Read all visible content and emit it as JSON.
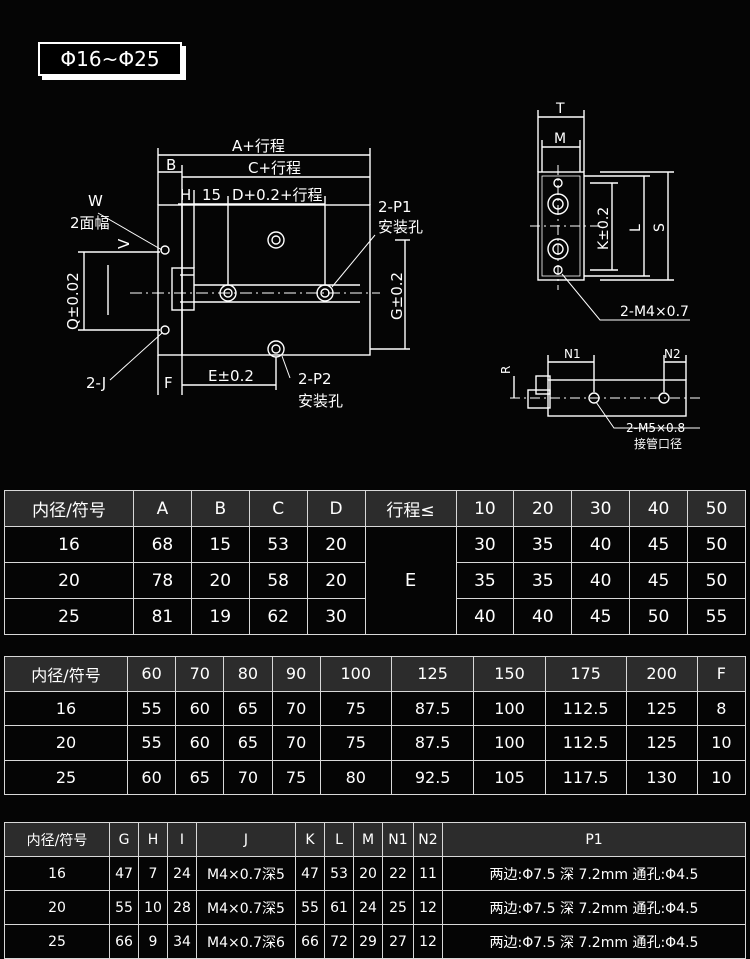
{
  "title": "Φ16~Φ25",
  "drawing": {
    "front": {
      "A": "A+行程",
      "B": "B",
      "C": "C+行程",
      "H": "H",
      "n15": "15",
      "D": "D+0.2+行程",
      "W": "W",
      "width2": "2面幅",
      "V": "V",
      "P1": "2-P1",
      "P1sub": "安装孔",
      "Q": "Q±0.02",
      "G": "G±0.2",
      "J": "2-J",
      "F": "F",
      "E": "E±0.2",
      "P2": "2-P2",
      "P2sub": "安装孔"
    },
    "side": {
      "T": "T",
      "M": "M",
      "K": "K±0.2",
      "L": "L",
      "S": "S",
      "M4": "2-M4×0.7"
    },
    "small": {
      "R": "R",
      "N1": "N1",
      "N2": "N2",
      "M5": "2-M5×0.8",
      "port": "接管口径"
    }
  },
  "table1": {
    "head": [
      "内径/符号",
      "A",
      "B",
      "C",
      "D",
      "行程≤",
      "10",
      "20",
      "30",
      "40",
      "50"
    ],
    "e_label": "E",
    "rows": [
      {
        "d": "16",
        "A": "68",
        "B": "15",
        "C": "53",
        "D": "20",
        "e": [
          "30",
          "35",
          "40",
          "45",
          "50"
        ]
      },
      {
        "d": "20",
        "A": "78",
        "B": "20",
        "C": "58",
        "D": "20",
        "e": [
          "35",
          "35",
          "40",
          "45",
          "50"
        ]
      },
      {
        "d": "25",
        "A": "81",
        "B": "19",
        "C": "62",
        "D": "30",
        "e": [
          "40",
          "40",
          "45",
          "50",
          "55"
        ]
      }
    ]
  },
  "table2": {
    "head": [
      "内径/符号",
      "60",
      "70",
      "80",
      "90",
      "100",
      "125",
      "150",
      "175",
      "200",
      "F"
    ],
    "rows": [
      [
        "16",
        "55",
        "60",
        "65",
        "70",
        "75",
        "87.5",
        "100",
        "112.5",
        "125",
        "8"
      ],
      [
        "20",
        "55",
        "60",
        "65",
        "70",
        "75",
        "87.5",
        "100",
        "112.5",
        "125",
        "10"
      ],
      [
        "25",
        "60",
        "65",
        "70",
        "75",
        "80",
        "92.5",
        "105",
        "117.5",
        "130",
        "10"
      ]
    ]
  },
  "table3": {
    "head": [
      "内径/符号",
      "G",
      "H",
      "I",
      "J",
      "K",
      "L",
      "M",
      "N1",
      "N2",
      "P1"
    ],
    "rows": [
      [
        "16",
        "47",
        "7",
        "24",
        "M4×0.7深5",
        "47",
        "53",
        "20",
        "22",
        "11",
        "两边:Φ7.5 深 7.2mm 通孔:Φ4.5"
      ],
      [
        "20",
        "55",
        "10",
        "28",
        "M4×0.7深5",
        "55",
        "61",
        "24",
        "25",
        "12",
        "两边:Φ7.5 深 7.2mm 通孔:Φ4.5"
      ],
      [
        "25",
        "66",
        "9",
        "34",
        "M4×0.7深6",
        "66",
        "72",
        "29",
        "27",
        "12",
        "两边:Φ7.5 深 7.2mm 通孔:Φ4.5"
      ]
    ]
  }
}
